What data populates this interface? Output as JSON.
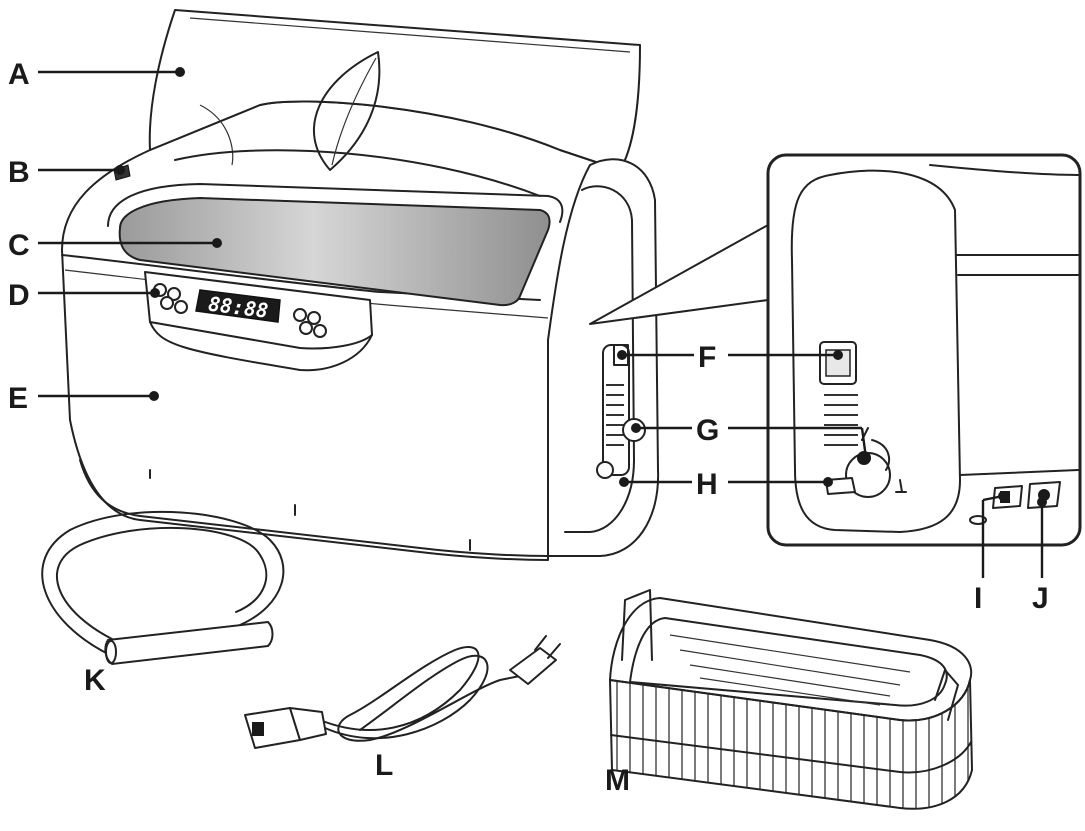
{
  "display": {
    "readout": "88:88"
  },
  "callouts": {
    "A": "A",
    "B": "B",
    "C": "C",
    "D": "D",
    "E": "E",
    "F": "F",
    "G": "G",
    "H": "H",
    "I": "I",
    "J": "J",
    "K": "K",
    "L": "L",
    "M": "M"
  }
}
